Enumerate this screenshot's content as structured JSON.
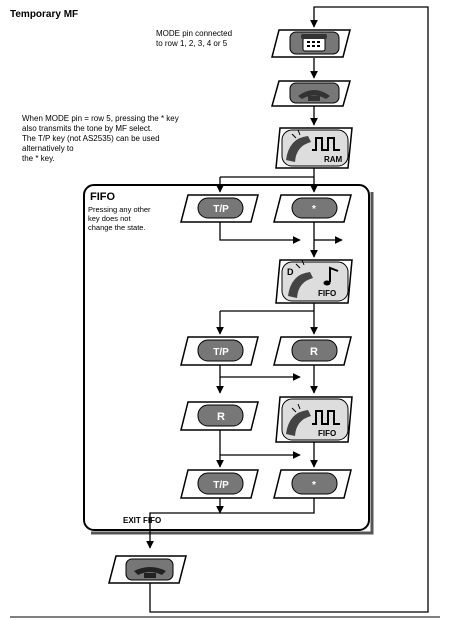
{
  "title": "Temporary MF",
  "notes": {
    "mode_pin_1": "MODE pin connected",
    "mode_pin_2": "to row 1, 2, 3, 4 or 5",
    "row5_1": "When MODE pin = row 5, pressing the * key",
    "row5_2": "also transmits the tone by MF select.",
    "row5_3": "The T/P key (not AS2535) can be used",
    "row5_4": "alternatively to",
    "row5_5": "the * key.",
    "fifo_note_1": "Pressing any other",
    "fifo_note_2": "key does not",
    "fifo_note_3": "change the state."
  },
  "fifo_box_title": "FIFO",
  "labels": {
    "ram": "RAM",
    "fifo_top": "FIFO",
    "fifo_bottom": "FIFO",
    "d": "D",
    "exit_fifo": "EXIT FIFO"
  },
  "keys": {
    "tp1": "T/P",
    "star1": "*",
    "tp2": "T/P",
    "r1": "R",
    "r2": "R",
    "tp3": "T/P",
    "star2": "*"
  },
  "icons": {
    "telephone": "telephone-icon",
    "handset_lift": "handset-lift-icon",
    "handset_tone": "handset-tone-icon",
    "handset_note": "handset-note-icon",
    "handset_down": "handset-down-icon"
  }
}
